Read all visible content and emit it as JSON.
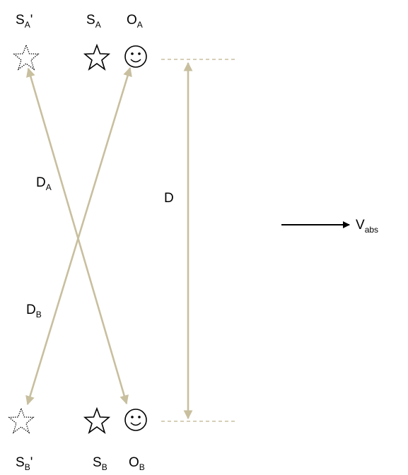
{
  "colors": {
    "arrow": "#c8bf9f",
    "guide": "#c8bf9f",
    "ink": "#000000",
    "velocity_arrow": "#000000"
  },
  "icons": {
    "star_outline": "star-icon",
    "star_dotted": "dotted-star-icon",
    "smiley": "smiley-face-icon"
  },
  "labels": {
    "sa_prime": {
      "main": "S",
      "sub": "A",
      "suffix": "'"
    },
    "sa": {
      "main": "S",
      "sub": "A"
    },
    "oa": {
      "main": "O",
      "sub": "A"
    },
    "sb_prime": {
      "main": "S",
      "sub": "B",
      "suffix": "'"
    },
    "sb": {
      "main": "S",
      "sub": "B"
    },
    "ob": {
      "main": "O",
      "sub": "B"
    },
    "da": {
      "main": "D",
      "sub": "A"
    },
    "db": {
      "main": "D",
      "sub": "B"
    },
    "d": {
      "main": "D"
    },
    "vabs": {
      "main": "V",
      "sub": "abs"
    }
  }
}
